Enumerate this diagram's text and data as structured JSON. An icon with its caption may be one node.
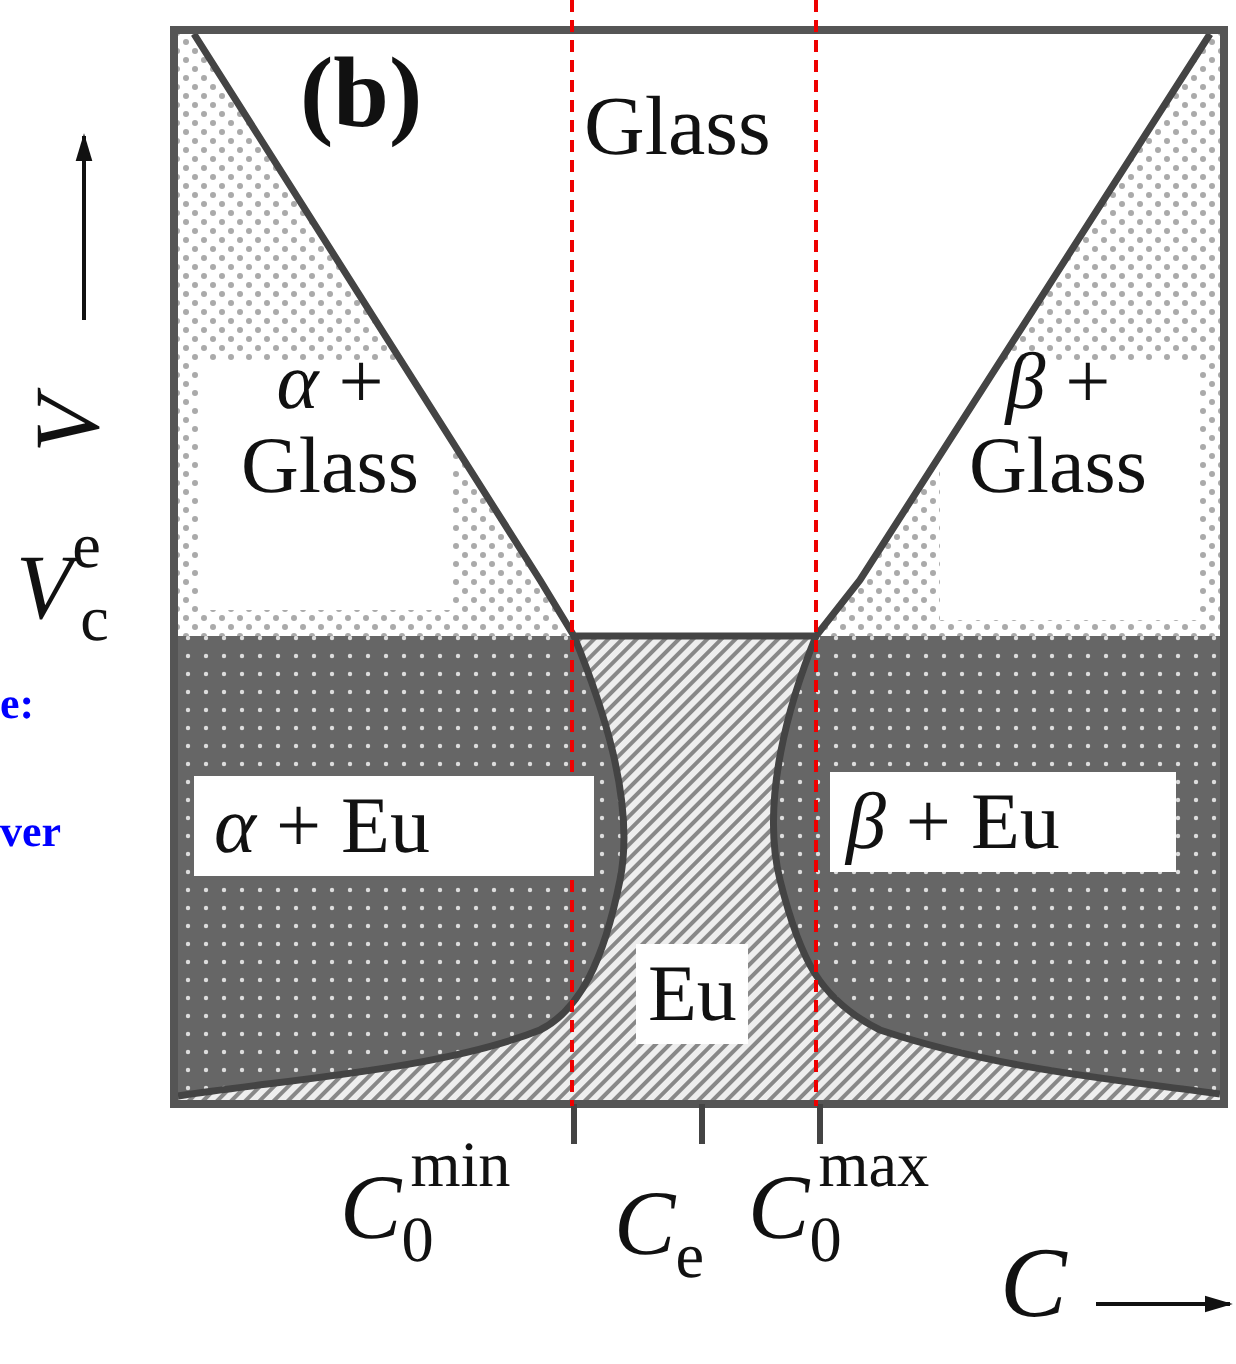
{
  "diagram": {
    "labels": [
      "(b)",
      "Glass",
      "*α* + Glass",
      "*β* + Glass",
      "*α* + Eu",
      "*β* + Eu",
      "Eu",
      "V",
      "V$^{e}$$_{c}$",
      "e:",
      "ver",
      "*C*$_{0}$$^{min}$",
      "C$_{e}$",
      "*C*$_{0}$$^{max}$",
      "C"
    ]
  }
}
